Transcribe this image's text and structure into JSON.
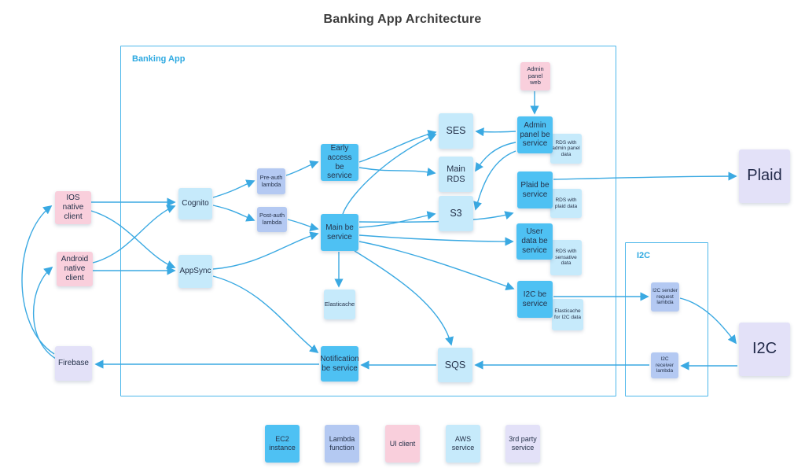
{
  "title": "Banking App Architecture",
  "containers": {
    "banking_app": {
      "label": "Banking App"
    },
    "i2c_group": {
      "label": "I2C"
    }
  },
  "nodes": {
    "ios_client": {
      "label": "IOS native client",
      "type": "ui_client"
    },
    "android_client": {
      "label": "Android native client",
      "type": "ui_client"
    },
    "firebase": {
      "label": "Firebase",
      "type": "third_party"
    },
    "cognito": {
      "label": "Cognito",
      "type": "aws"
    },
    "appsync": {
      "label": "AppSync",
      "type": "aws"
    },
    "pre_auth_lambda": {
      "label": "Pre-auth lambda",
      "type": "lambda"
    },
    "post_auth_lambda": {
      "label": "Post-auth lambda",
      "type": "lambda"
    },
    "early_access_be": {
      "label": "Early access be service",
      "type": "ec2"
    },
    "main_be": {
      "label": "Main be service",
      "type": "ec2"
    },
    "ses": {
      "label": "SES",
      "type": "aws"
    },
    "main_rds": {
      "label": "Main RDS",
      "type": "aws"
    },
    "s3": {
      "label": "S3",
      "type": "aws"
    },
    "elasticache": {
      "label": "Elasticache",
      "type": "aws"
    },
    "notification_be": {
      "label": "Notification be service",
      "type": "ec2"
    },
    "sqs": {
      "label": "SQS",
      "type": "aws"
    },
    "admin_panel_web": {
      "label": "Admin panel web",
      "type": "ui_client"
    },
    "admin_panel_be": {
      "label": "Admin panel be service",
      "type": "ec2"
    },
    "rds_admin": {
      "label": "RDS with admin panel data",
      "type": "aws"
    },
    "plaid_be": {
      "label": "Plaid be service",
      "type": "ec2"
    },
    "rds_plaid": {
      "label": "RDS with plaid data",
      "type": "aws"
    },
    "user_data_be": {
      "label": "User data be service",
      "type": "ec2"
    },
    "rds_sensative": {
      "label": "RDS with sensative data",
      "type": "aws"
    },
    "i2c_be": {
      "label": "I2C be service",
      "type": "ec2"
    },
    "elasticache_i2c": {
      "label": "Elasticache for I2C data",
      "type": "aws"
    },
    "i2c_sender_lambda": {
      "label": "I2C sender request lambda",
      "type": "lambda"
    },
    "i2c_receiver_lambda": {
      "label": "I2C receiver lambda",
      "type": "lambda"
    },
    "plaid_ext": {
      "label": "Plaid",
      "type": "third_party"
    },
    "i2c_ext": {
      "label": "I2C",
      "type": "third_party"
    }
  },
  "legend": [
    {
      "label": "EC2 instance",
      "type": "ec2"
    },
    {
      "label": "Lambda function",
      "type": "lambda"
    },
    {
      "label": "UI client",
      "type": "ui_client"
    },
    {
      "label": "AWS service",
      "type": "aws"
    },
    {
      "label": "3rd party service",
      "type": "third_party"
    }
  ],
  "colors": {
    "ec2": "#4ec1f3",
    "lambda": "#b4c9f2",
    "ui_client": "#f9cfdc",
    "aws": "#c6eafb",
    "third_party": "#e3e1f8",
    "arrow": "#3aa9e2",
    "boundary": "#4db7ea",
    "container_label": "#2da9e1",
    "title_text": "#3d3d3d",
    "node_text": "#25324a"
  }
}
